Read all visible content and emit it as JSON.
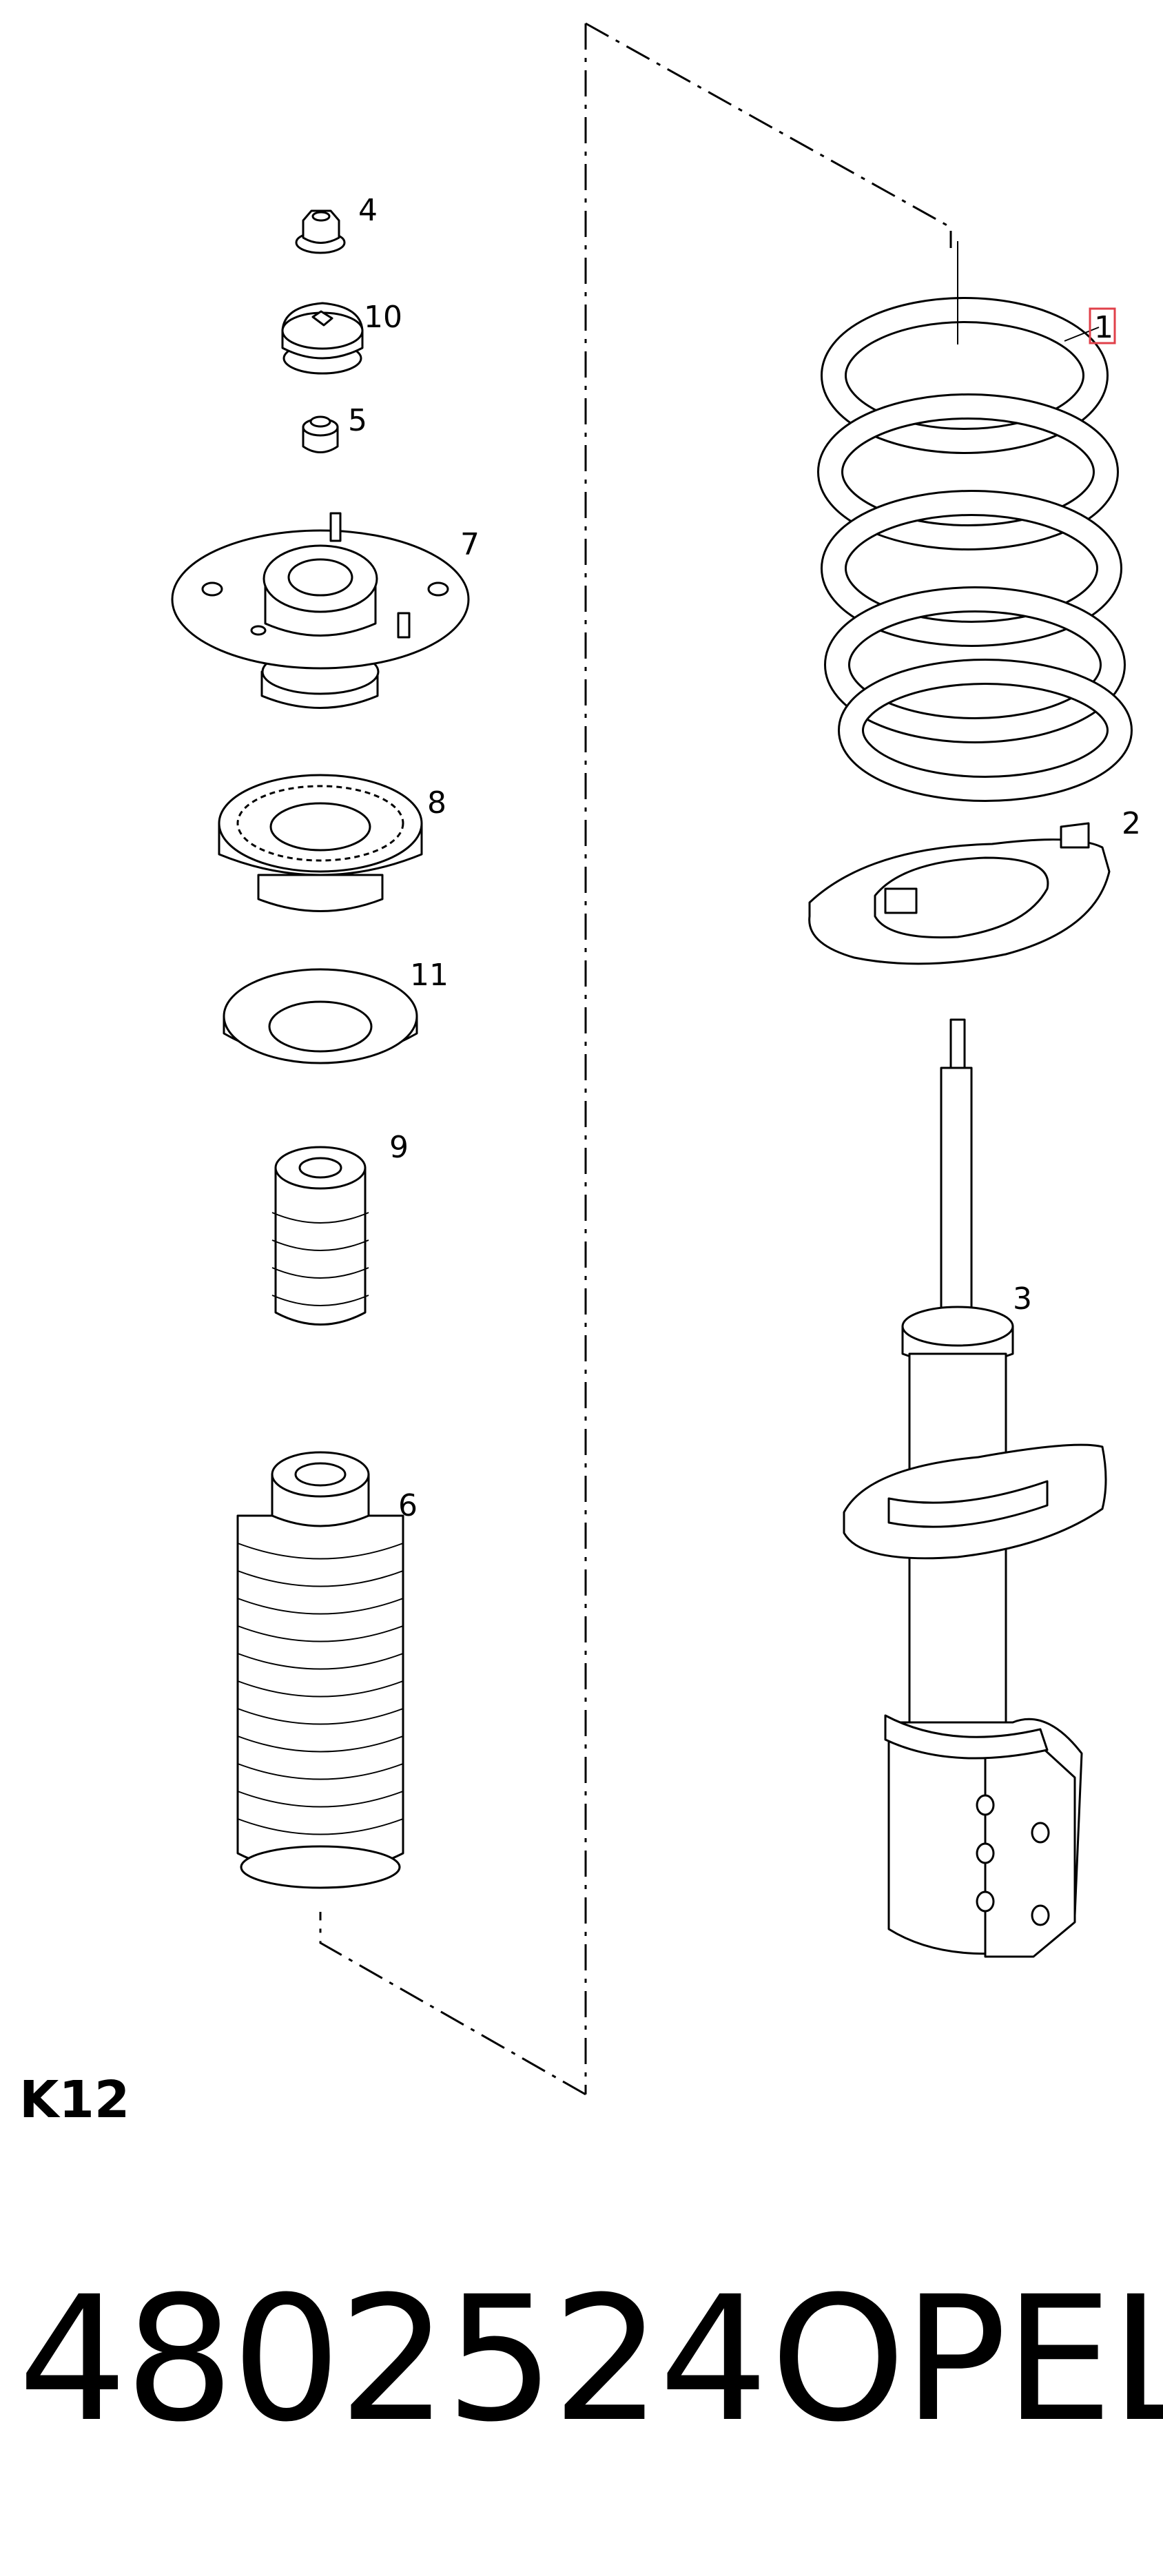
{
  "callouts": [
    "1",
    "2",
    "3",
    "4",
    "5",
    "6",
    "7",
    "8",
    "9",
    "10",
    "11"
  ],
  "highlight_color": "#e0404a",
  "diagram_code": "K12",
  "part_number": "4802524",
  "brand": "OPEL"
}
